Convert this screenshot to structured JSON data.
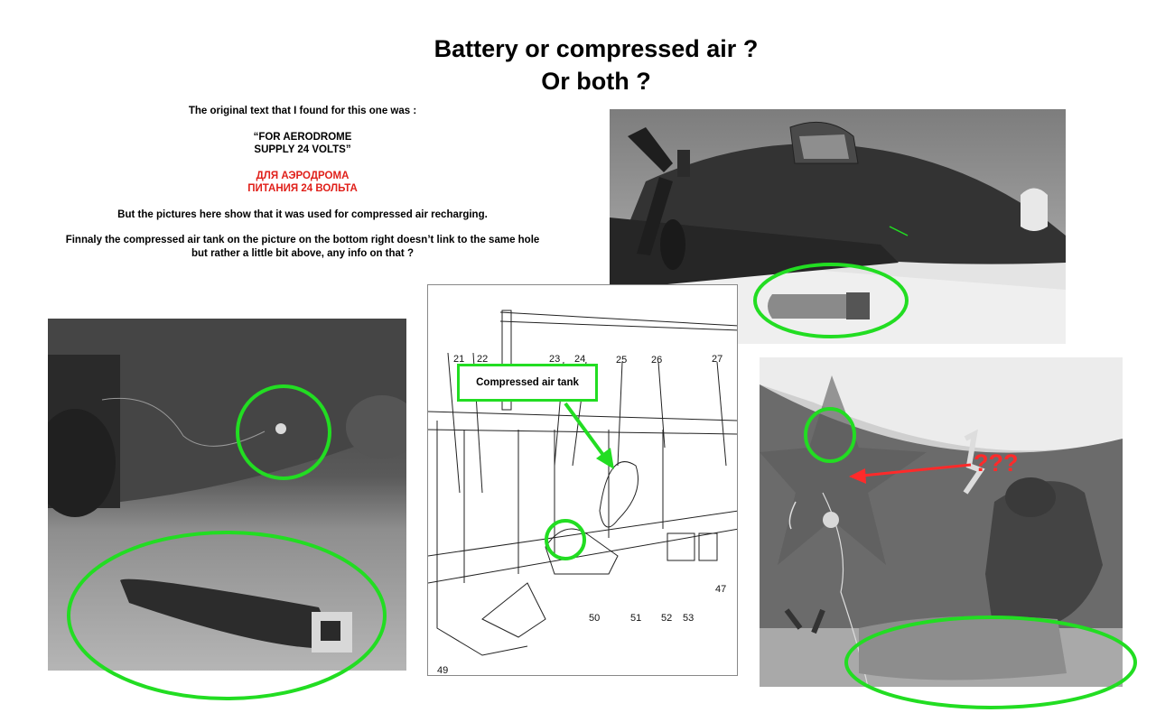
{
  "title": {
    "line1": "Battery or compressed air ?",
    "line2": "Or both ?"
  },
  "text": {
    "intro": "The original text that I found for this one was :",
    "quote_en_1": "“FOR AERODROME",
    "quote_en_2": "SUPPLY 24 VOLTS”",
    "quote_ru_1": "ДЛЯ АЭРОДРОМА",
    "quote_ru_2": "ПИТАНИЯ 24 ВОЛЬТА",
    "paragraph1": "But the pictures here show that it was used for compressed air recharging.",
    "paragraph2_1": "Finnaly the compressed air tank on the picture on the bottom right doesn’t link to the same hole",
    "paragraph2_2": "but rather a little bit above, any info on that ?"
  },
  "diagram": {
    "callout": "Compressed air tank",
    "numbers": [
      "21",
      "22",
      "23",
      "24",
      "25",
      "26",
      "27",
      "47",
      "49",
      "50",
      "51",
      "52",
      "53"
    ]
  },
  "annotation": {
    "question": "???"
  },
  "colors": {
    "highlight": "#22dd22",
    "arrow_red": "#ff2a2a",
    "russian_text": "#e0201a"
  }
}
